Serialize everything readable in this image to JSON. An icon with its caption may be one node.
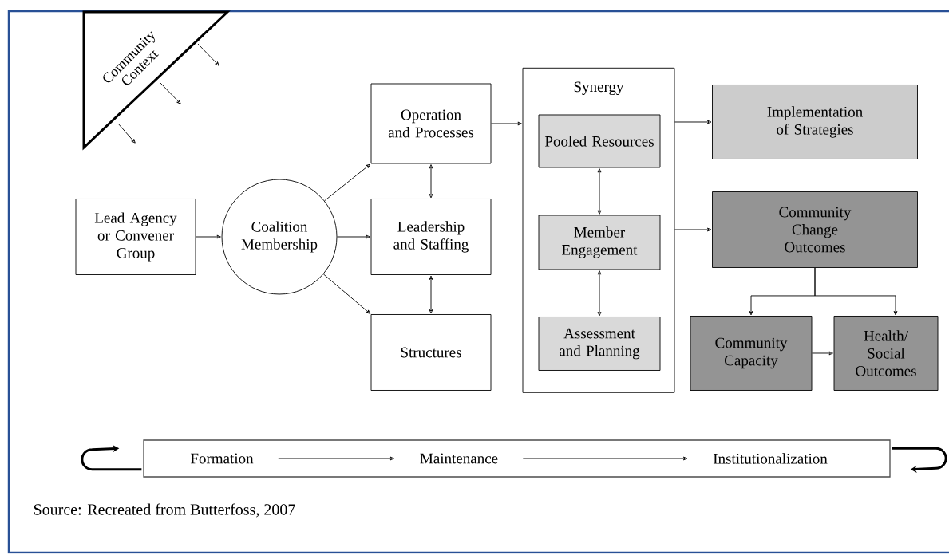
{
  "diagram": {
    "caption": "Source: Recreated from Butterfoss, 2007",
    "nodes": [
      {
        "text": [
          "Community Context"
        ]
      },
      {
        "text": [
          "Lead Agency or Convener Group"
        ]
      },
      {
        "text": [
          "Coalition Membership"
        ]
      },
      {
        "text": [
          "Operation and Processes"
        ]
      },
      {
        "text": [
          "Leadership and Staffing"
        ]
      },
      {
        "text": [
          "Structures"
        ]
      },
      {
        "text": [
          "Synergy"
        ]
      },
      {
        "text": [
          "Pooled Resources"
        ],
        "in": 6
      },
      {
        "text": [
          "Member Engagement"
        ],
        "in": 6
      },
      {
        "text": [
          "Assessment and Planning"
        ],
        "in": 6
      },
      {
        "text": [
          "Implementation of Strategies"
        ]
      },
      {
        "text": [
          "Community Change Outcomes"
        ]
      },
      {
        "text": [
          "Community Capacity"
        ]
      },
      {
        "text": [
          "Health/ Social Outcomes"
        ]
      },
      {
        "text": [],
        "shape": "bar"
      },
      {
        "text": [
          "Formation"
        ],
        "in": 14
      },
      {
        "text": [
          "Maintenance"
        ],
        "in": 14
      },
      {
        "text": [
          "Institutionalization"
        ],
        "in": 14
      }
    ],
    "edges": [
      {
        "from": 0,
        "to": null,
        "arrow": "to"
      },
      {
        "from": 0,
        "to": null,
        "arrow": "to"
      },
      {
        "from": 0,
        "to": null,
        "arrow": "to"
      },
      {
        "from": 1,
        "to": 2,
        "arrow": "to"
      },
      {
        "from": 2,
        "to": 3,
        "arrow": "to"
      },
      {
        "from": 2,
        "to": 4,
        "arrow": "to"
      },
      {
        "from": 2,
        "to": 5,
        "arrow": "to"
      },
      {
        "from": 3,
        "to": 6,
        "arrow": "to"
      },
      {
        "from": 3,
        "to": 4,
        "arrow": "both"
      },
      {
        "from": 4,
        "to": 5,
        "arrow": "both"
      },
      {
        "from": 7,
        "to": 8,
        "arrow": "both"
      },
      {
        "from": 8,
        "to": 9,
        "arrow": "both"
      },
      {
        "from": 6,
        "to": 10,
        "arrow": "to"
      },
      {
        "from": 6,
        "to": 11,
        "arrow": "to"
      },
      {
        "from": 11,
        "to": 12,
        "arrow": "to"
      },
      {
        "from": 11,
        "to": 13,
        "arrow": "to"
      },
      {
        "from": 12,
        "to": 13,
        "arrow": "to"
      },
      {
        "from": 15,
        "to": 16,
        "arrow": "to"
      },
      {
        "from": 16,
        "to": 17,
        "arrow": "to"
      },
      {
        "from": 14,
        "to": null,
        "arrow": "to",
        "style": "thick"
      },
      {
        "from": 14,
        "to": null,
        "arrow": "to",
        "style": "thick"
      }
    ]
  }
}
